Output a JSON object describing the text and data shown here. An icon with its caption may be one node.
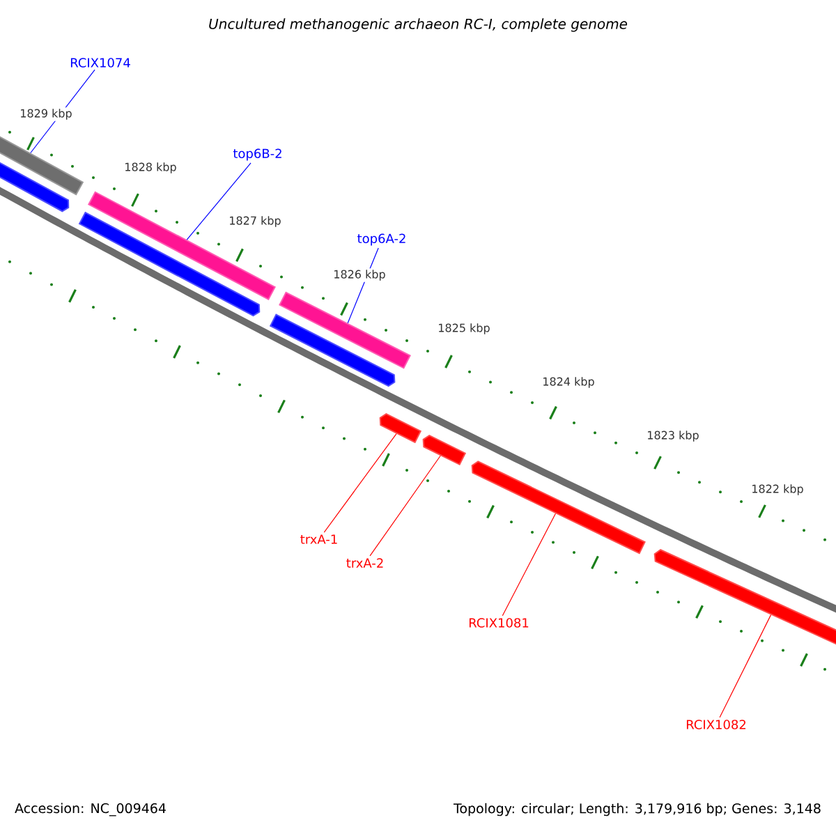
{
  "diagram": {
    "title": "Uncultured methanogenic archaeon RC-I, complete genome",
    "nodes": [
      {
        "text": [
          "RCIX1074"
        ]
      },
      {
        "text": [],
        "shape": "bar"
      },
      {
        "text": [],
        "shape": "bar"
      },
      {
        "text": [
          "top6B-2"
        ]
      },
      {
        "text": [],
        "shape": "bar"
      },
      {
        "text": [],
        "shape": "bar"
      },
      {
        "text": [
          "top6A-2"
        ]
      },
      {
        "text": [],
        "shape": "bar"
      },
      {
        "text": [],
        "shape": "bar"
      },
      {
        "text": [],
        "shape": "bar"
      },
      {
        "text": [],
        "shape": "bar"
      },
      {
        "text": [],
        "shape": "bar"
      },
      {
        "text": [
          "trxA-1"
        ]
      },
      {
        "text": [
          "trxA-2"
        ]
      },
      {
        "text": [
          "RCIX1081"
        ]
      },
      {
        "text": [],
        "shape": "bar"
      },
      {
        "text": [
          "RCIX1082"
        ]
      }
    ],
    "edges": [
      {
        "from": 0,
        "to": 1,
        "arrow": "none",
        "color": "#0000ff"
      },
      {
        "from": 3,
        "to": 4,
        "arrow": "none",
        "color": "#0000ff"
      },
      {
        "from": 6,
        "to": 7,
        "arrow": "none",
        "color": "#0000ff"
      },
      {
        "from": 12,
        "to": 9,
        "arrow": "none"
      },
      {
        "from": 13,
        "to": 10,
        "arrow": "none"
      },
      {
        "from": 14,
        "to": 11,
        "arrow": "none"
      },
      {
        "from": 16,
        "to": 15,
        "arrow": "none"
      }
    ],
    "labels": [
      "1829 kbp",
      "1828 kbp",
      "1827 kbp",
      "1826 kbp",
      "1825 kbp",
      "1824 kbp",
      "1823 kbp",
      "1822 kbp",
      "Accession: NC_009464",
      "Topology: circular; Length: 3,179,916 bp; Genes: 3,148"
    ]
  }
}
